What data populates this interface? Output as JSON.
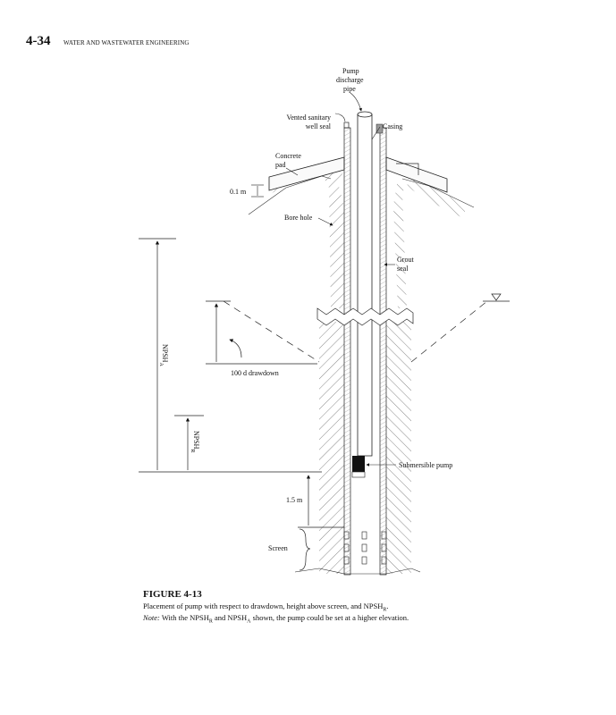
{
  "header": {
    "page_number": "4-34",
    "running_title": "WATER AND WASTEWATER ENGINEERING"
  },
  "figure": {
    "labels": {
      "pump_discharge_pipe": [
        "Pump",
        "discharge",
        "pipe"
      ],
      "vented_seal": [
        "Vented sanitary",
        "well seal"
      ],
      "casing": "Casing",
      "concrete_pad": [
        "Concrete",
        "pad"
      ],
      "pad_thickness": "0.1 m",
      "bore_hole": "Bore hole",
      "grout_seal": [
        "Grout",
        "seal"
      ],
      "npsha": "NPSH",
      "npsha_sub": "A",
      "npshr": "NPSH",
      "npshr_sub": "R",
      "drawdown": "100 d drawdown",
      "submersible_pump": "Submersible pump",
      "height_above_screen": "1.5 m",
      "screen": "Screen"
    },
    "caption": {
      "title": "FIGURE 4-13",
      "text": "Placement of pump with respect to drawdown, height above screen, and NPSH",
      "text_sub": "R",
      "text_end": ".",
      "note_label": "Note:",
      "note_a": " With the NPSH",
      "note_sub_r": "R",
      "note_b": " and NPSH",
      "note_sub_a": "A",
      "note_c": " shown, the pump could be set at a higher elevation."
    }
  }
}
